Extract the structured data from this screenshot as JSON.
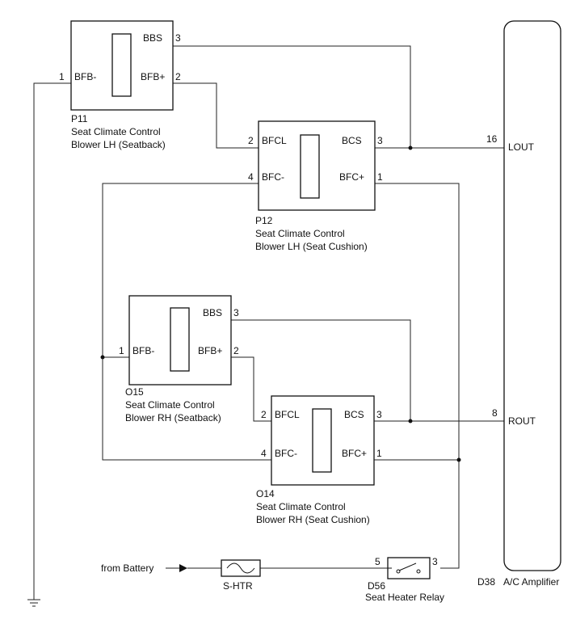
{
  "components": {
    "p11": {
      "code": "P11",
      "name_line1": "Seat Climate Control",
      "name_line2": "Blower LH (Seatback)",
      "pins": {
        "bbs": {
          "num": "3",
          "label": "BBS"
        },
        "bfb_minus": {
          "num": "1",
          "label": "BFB-"
        },
        "bfb_plus": {
          "num": "2",
          "label": "BFB+"
        }
      }
    },
    "p12": {
      "code": "P12",
      "name_line1": "Seat Climate Control",
      "name_line2": "Blower LH (Seat Cushion)",
      "pins": {
        "bfcl": {
          "num": "2",
          "label": "BFCL"
        },
        "bcs": {
          "num": "3",
          "label": "BCS"
        },
        "bfc_minus": {
          "num": "4",
          "label": "BFC-"
        },
        "bfc_plus": {
          "num": "1",
          "label": "BFC+"
        }
      }
    },
    "o15": {
      "code": "O15",
      "name_line1": "Seat Climate Control",
      "name_line2": "Blower RH (Seatback)",
      "pins": {
        "bbs": {
          "num": "3",
          "label": "BBS"
        },
        "bfb_minus": {
          "num": "1",
          "label": "BFB-"
        },
        "bfb_plus": {
          "num": "2",
          "label": "BFB+"
        }
      }
    },
    "o14": {
      "code": "O14",
      "name_line1": "Seat Climate Control",
      "name_line2": "Blower RH (Seat Cushion)",
      "pins": {
        "bfcl": {
          "num": "2",
          "label": "BFCL"
        },
        "bcs": {
          "num": "3",
          "label": "BCS"
        },
        "bfc_minus": {
          "num": "4",
          "label": "BFC-"
        },
        "bfc_plus": {
          "num": "1",
          "label": "BFC+"
        }
      }
    },
    "d38": {
      "code": "D38",
      "name": "A/C Amplifier",
      "pins": {
        "lout": {
          "num": "16",
          "label": "LOUT"
        },
        "rout": {
          "num": "8",
          "label": "ROUT"
        }
      }
    },
    "d56": {
      "code": "D56",
      "name": "Seat Heater Relay",
      "pins": {
        "in": {
          "num": "5"
        },
        "out": {
          "num": "3"
        }
      }
    },
    "fuse": {
      "label": "S-HTR"
    }
  },
  "battery_label": "from Battery",
  "icons": {
    "ground": "ground-symbol-icon",
    "arrow": "arrow-right-icon",
    "fuse": "fuse-icon",
    "relay": "relay-switch-icon"
  }
}
